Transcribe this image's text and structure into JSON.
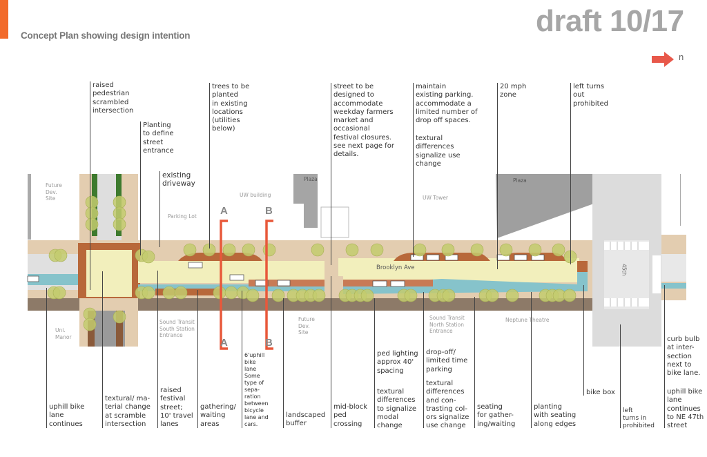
{
  "header": {
    "title": "Concept Plan showing design intention",
    "draft": "draft 10/17",
    "north_label": "n"
  },
  "colors": {
    "accent": "#f26a2a",
    "roadway": "#f2efbc",
    "sidewalk": "#e3cdb0",
    "bike_lane": "#86c3cb",
    "tree": "#c3cb6e"
  },
  "map_labels": {
    "future_dev_1": "Future\nDev.\nSite",
    "parking_lot": "Parking Lot",
    "uw_building": "UW building",
    "plaza_1": "Plaza",
    "uw_tower": "UW Tower",
    "plaza_2": "Plaza",
    "brooklyn_ave": "Brooklyn Ave",
    "street_45th": "45th",
    "uni_manor": "Uni.\nManor",
    "south_station": "Sound Transit\nSouth Station\nEntrance",
    "future_dev_2": "Future\nDev.\nSite",
    "north_station": "Sound Transit\nNorth Station\nEntrance",
    "neptune": "Neptune Theatre"
  },
  "sections": {
    "a": "A",
    "b": "B"
  },
  "top_callouts": [
    "raised\npedestrian\nscrambled\nintersection",
    "Planting\nto define\nstreet\nentrance",
    "existing\ndriveway",
    "trees to be\nplanted\nin existing\nlocations\n(utilities\nbelow)",
    "street to be\ndesigned to\naccommodate\nweekday farmers\nmarket and\noccasional\nfestival closures.\nsee next page for\ndetails.",
    "maintain\nexisting parking.\naccommodate a\nlimited number of\ndrop off spaces.",
    "textural\ndifferences\nsignalize use\nchange",
    "20 mph\nzone",
    "left turns\nout\nprohibited"
  ],
  "bottom_callouts": [
    "uphill bike\nlane\ncontinues",
    "textural/ ma-\nterial change\nat scramble\nintersection",
    "raised\nfestival\nstreet;\n10' travel\nlanes",
    "gathering/\nwaiting\nareas",
    "6'uphill\nbike\nlane\nSome\ntype of\nsepa-\nration\nbetween\nbicycle\nlane and\ncars.",
    "landscaped\nbuffer",
    "mid-block\nped\ncrossing",
    "ped lighting\napprox 40'\nspacing",
    "textural\ndifferences\nto signalize\nmodal\nchange",
    "drop-off/\nlimited time\nparking",
    "textural\ndifferences\nand con-\ntrasting col-\nors  signalize\nuse change",
    "seating\nfor gather-\ning/waiting",
    "planting\nwith seating\nalong edges",
    "bike box",
    "left\nturns in\nprohibited",
    "curb bulb\nat inter-\nsection\nnext to\nbike lane.",
    "uphill bike\nlane\ncontinues\nto NE 47th\nstreet"
  ]
}
